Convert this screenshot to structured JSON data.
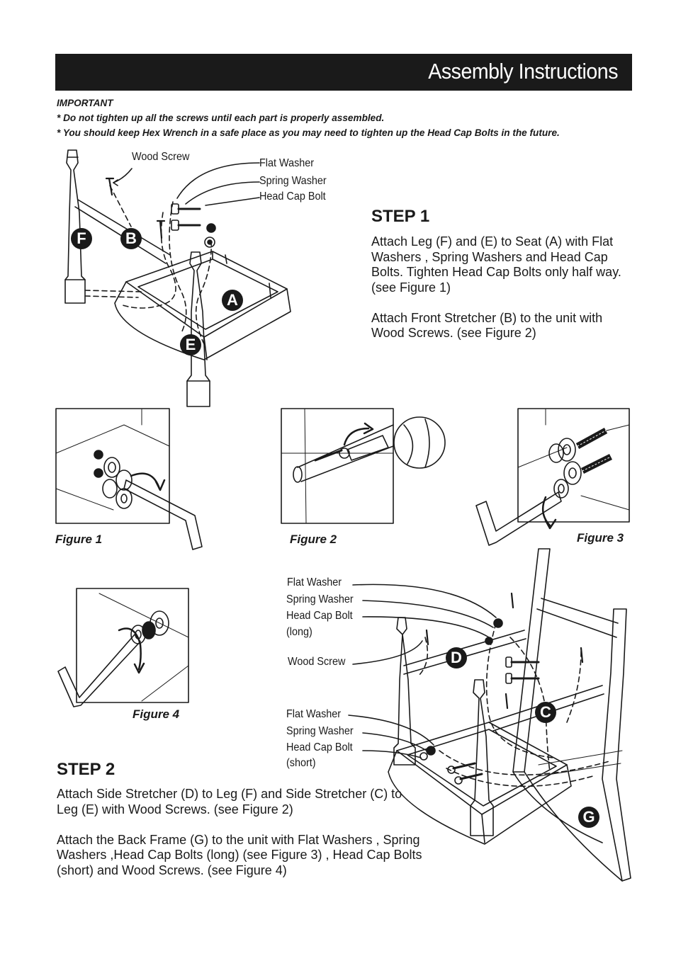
{
  "header": {
    "title": "Assembly Instructions"
  },
  "important": {
    "heading": "IMPORTANT",
    "line1": "* Do not tighten up all the screws until each part is properly assembled.",
    "line2": "* You should keep Hex Wrench in a safe place as you may need to tighten up the Head Cap Bolts in the future."
  },
  "diagram1": {
    "labels": {
      "wood_screw": "Wood Screw",
      "flat_washer": "Flat Washer",
      "spring_washer": "Spring Washer",
      "head_cap_bolt": "Head Cap Bolt"
    },
    "parts": {
      "f": "F",
      "b": "B",
      "a": "A",
      "e": "E"
    }
  },
  "step1": {
    "title": "STEP 1",
    "para1": "Attach Leg (F) and (E) to Seat (A) with Flat Washers , Spring Washers and Head Cap Bolts. Tighten Head Cap Bolts only half way. (see Figure 1)",
    "para2": "Attach Front Stretcher (B) to the unit with Wood Screws. (see Figure 2)"
  },
  "figures": {
    "fig1": "Figure 1",
    "fig2": "Figure 2",
    "fig3": "Figure 3",
    "fig4": "Figure 4"
  },
  "diagram2": {
    "labels": {
      "flat_washer_1": "Flat Washer",
      "spring_washer_1": "Spring Washer",
      "head_cap_bolt_long": "Head Cap Bolt",
      "long": "(long)",
      "wood_screw": "Wood Screw",
      "flat_washer_2": "Flat Washer",
      "spring_washer_2": "Spring Washer",
      "head_cap_bolt_short": "Head Cap Bolt",
      "short": "(short)"
    },
    "parts": {
      "d": "D",
      "c": "C",
      "g": "G"
    }
  },
  "step2": {
    "title": "STEP 2",
    "para1": "Attach Side Stretcher (D) to Leg (F) and Side Stretcher (C) to Leg (E) with Wood Screws. (see Figure 2)",
    "para2": "Attach the Back Frame (G) to the unit with Flat Washers , Spring Washers ,Head Cap Bolts (long) (see Figure 3) , Head Cap Bolts (short) and Wood Screws. (see Figure 4)"
  }
}
